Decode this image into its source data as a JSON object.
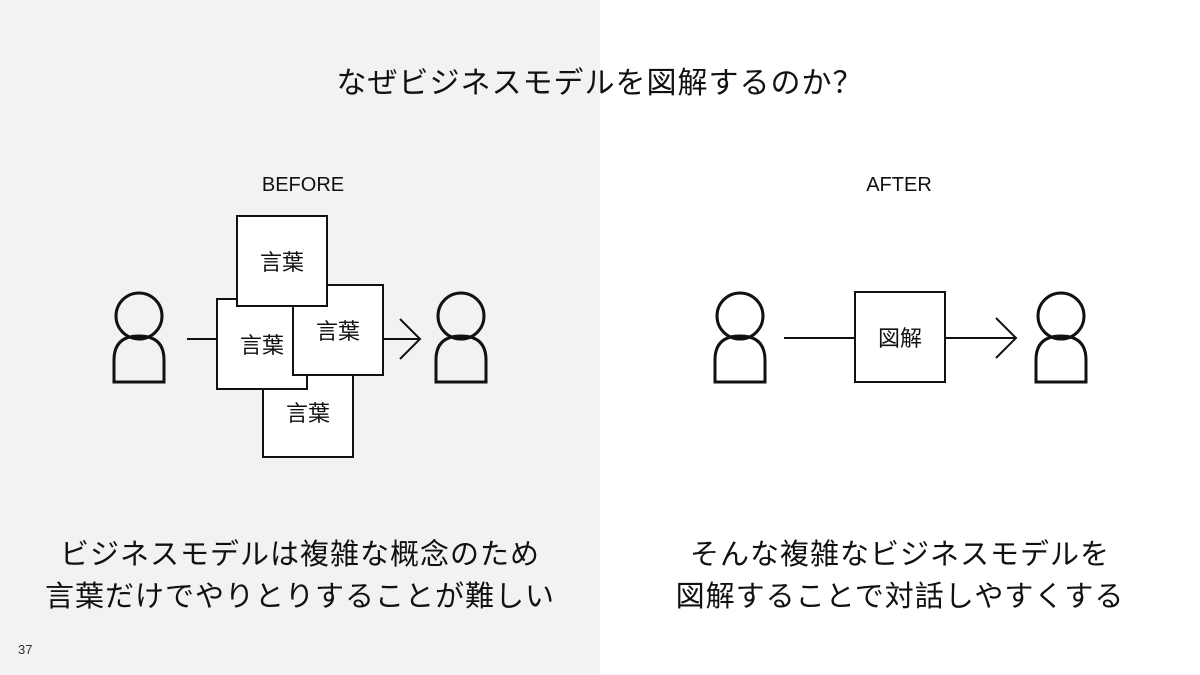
{
  "title": "なぜビジネスモデルを図解するのか？",
  "before": {
    "label": "BEFORE",
    "boxes": [
      "言葉",
      "言葉",
      "言葉",
      "言葉"
    ],
    "caption_line1": "ビジネスモデルは複雑な概念のため",
    "caption_line2": "言葉だけでやりとりすることが難しい"
  },
  "after": {
    "label": "AFTER",
    "box": "図解",
    "caption_line1": "そんな複雑なビジネスモデルを",
    "caption_line2": "図解することで対話しやすくする"
  },
  "page_number": "37",
  "colors": {
    "left_background": "#f2f2f2",
    "right_background": "#ffffff",
    "stroke": "#111111"
  },
  "icons": [
    "person-icon",
    "arrow-icon"
  ]
}
